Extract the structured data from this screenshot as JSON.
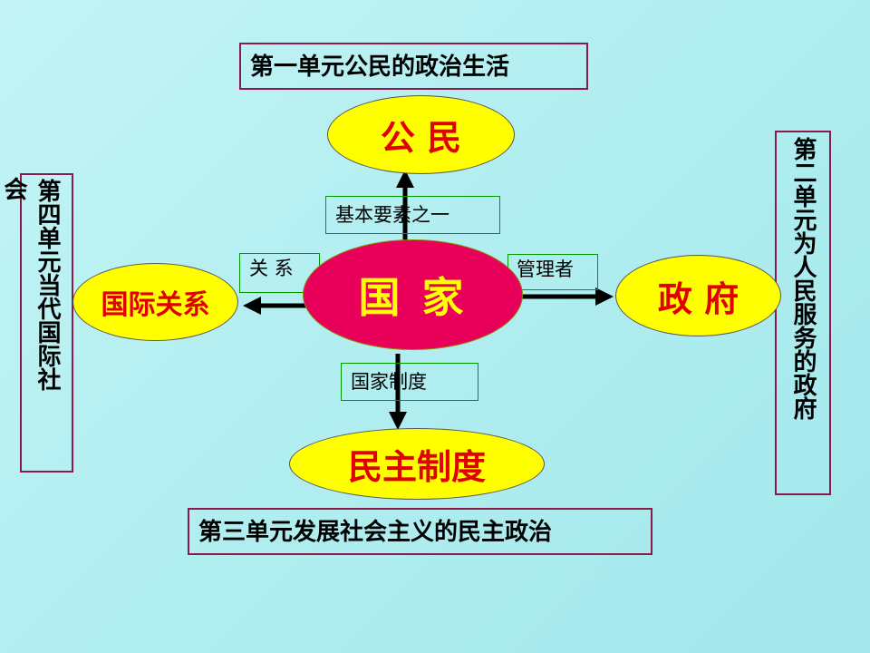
{
  "units": {
    "unit1": "第一单元公民的政治生活",
    "unit2": "第二单元为人民服务的政府",
    "unit3": "第三单元发展社会主义的民主政治",
    "unit4_main": "第四单元当代国际社",
    "unit4_overflow": "会"
  },
  "nodes": {
    "center": "国 家",
    "top": "公 民",
    "right": "政 府",
    "bottom": "民主制度",
    "left": "国际关系"
  },
  "relations": {
    "top": "基本要素之一",
    "right": "管理者",
    "bottom": "国家制度",
    "left": "关 系"
  }
}
